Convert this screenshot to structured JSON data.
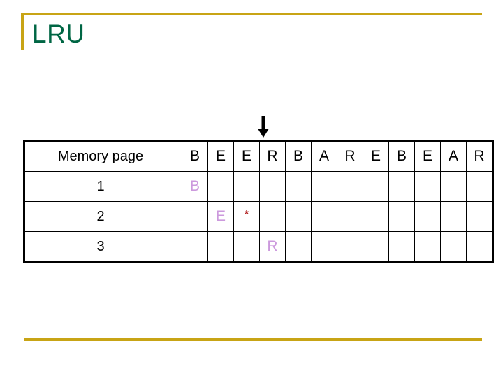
{
  "slide": {
    "title": "LRU",
    "title_color": "#006644",
    "accent_color": "#C8A415",
    "page_letter_color": "#CC99DD",
    "mark_color": "#B22222"
  },
  "table": {
    "label_header": "Memory page",
    "reference_string": [
      "B",
      "E",
      "E",
      "R",
      "B",
      "A",
      "R",
      "E",
      "B",
      "E",
      "A",
      "R"
    ],
    "rows": [
      {
        "label": "1",
        "cells": [
          "B",
          "",
          "",
          "",
          "",
          "",
          "",
          "",
          "",
          "",
          "",
          ""
        ]
      },
      {
        "label": "2",
        "cells": [
          "",
          "E",
          "*",
          "",
          "",
          "",
          "",
          "",
          "",
          "",
          "",
          ""
        ]
      },
      {
        "label": "3",
        "cells": [
          "",
          "",
          "",
          "R",
          "",
          "",
          "",
          "",
          "",
          "",
          "",
          ""
        ]
      }
    ]
  },
  "arrow": {
    "name": "current-reference-arrow",
    "points_to_column_index": 3,
    "points_to_letter": "R"
  }
}
